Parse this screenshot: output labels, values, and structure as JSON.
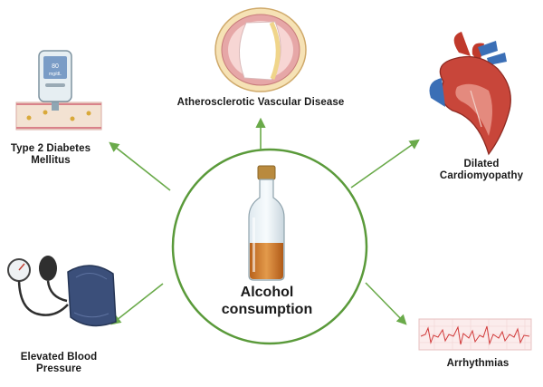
{
  "center": {
    "line1": "Alcohol",
    "line2": "consumption"
  },
  "effects": [
    {
      "id": "atherosclerosis",
      "label": "Atherosclerotic Vascular Disease"
    },
    {
      "id": "diabetes",
      "line1": "Type 2 Diabetes",
      "line2": "Mellitus"
    },
    {
      "id": "cardiomyopathy",
      "line1": "Dilated",
      "line2": "Cardiomyopathy"
    },
    {
      "id": "blood-pressure",
      "line1": "Elevated Blood",
      "line2": "Pressure"
    },
    {
      "id": "arrhythmias",
      "label": "Arrhythmias"
    }
  ],
  "glucometer": {
    "value": "80",
    "unit": "mg/dL"
  },
  "colors": {
    "arrow": "#6aaa4a",
    "circle": "#5a9a3a",
    "liquid": "#c9762a",
    "vessel": "#e8b7b3",
    "heart": "#c0392b",
    "cuff": "#3b4f7a"
  },
  "icons": [
    "bottle-icon",
    "artery-cross-section-icon",
    "glucometer-icon",
    "heart-icon",
    "blood-pressure-cuff-icon",
    "ecg-strip-icon"
  ]
}
